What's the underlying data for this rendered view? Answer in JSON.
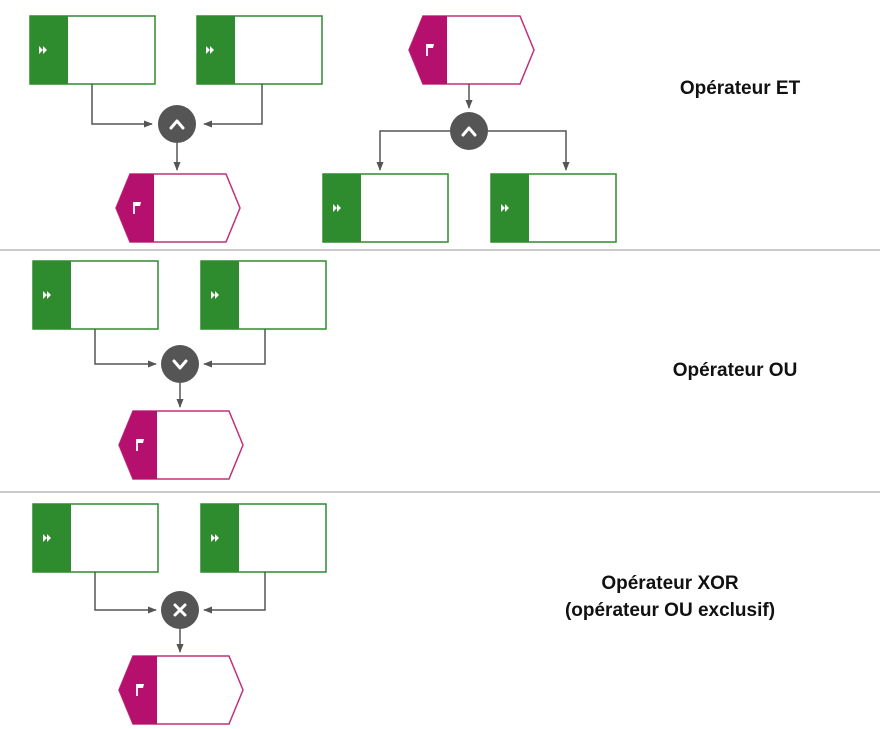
{
  "sections": [
    {
      "id": "and",
      "label_lines": [
        "Opérateur ET"
      ],
      "operator_symbol": "^"
    },
    {
      "id": "or",
      "label_lines": [
        "Opérateur OU"
      ],
      "operator_symbol": "v"
    },
    {
      "id": "xor",
      "label_lines": [
        "Opérateur XOR",
        "(opérateur OU exclusif)"
      ],
      "operator_symbol": "×"
    }
  ],
  "colors": {
    "function_green": "#2e8b2e",
    "function_border": "#2e8b2e",
    "event_magenta": "#b5106e",
    "event_border": "#c0307a",
    "operator_gray": "#555555",
    "connector": "#555555",
    "divider": "#b8b8b8"
  },
  "icons": {
    "function": "fast-forward-icon",
    "event": "flag-icon",
    "and": "caret-up-icon",
    "or": "chevron-down-icon",
    "xor": "x-icon"
  }
}
